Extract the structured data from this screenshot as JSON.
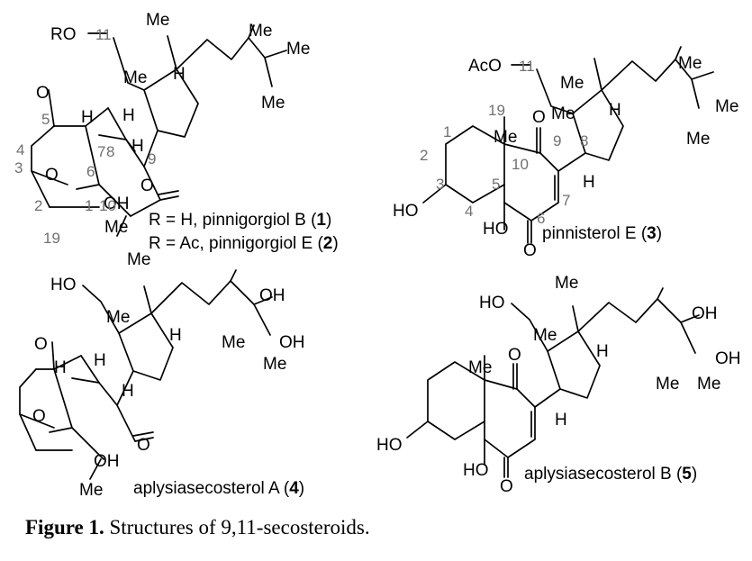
{
  "figure": {
    "caption_label": "Figure 1.",
    "caption_text": " Structures of 9,11-secosteroids."
  },
  "compounds": [
    {
      "id": "1-2",
      "line1": "R = H, pinnigorgiol B (",
      "line1_num": "1",
      "line1_end": ")",
      "line2": "R = Ac, pinnigorgiol E (",
      "line2_num": "2",
      "line2_end": ")"
    },
    {
      "id": "3",
      "name": "pinnisterol E (",
      "num": "3",
      "end": ")"
    },
    {
      "id": "4",
      "name": "aplysiasecosterol A (",
      "num": "4",
      "end": ")"
    },
    {
      "id": "5",
      "name": "aplysiasecosterol B (",
      "num": "5",
      "end": ")"
    }
  ],
  "labels": {
    "ro": "RO",
    "aco": "AcO",
    "ho": "HO",
    "oh": "OH",
    "me": "Me",
    "h": "H",
    "o": "O"
  },
  "locants": {
    "c11": "11",
    "c5": "5",
    "c4": "4",
    "c3": "3",
    "c2": "2",
    "c1": "1",
    "c7": "7",
    "c8": "8",
    "c9": "9",
    "c6": "6",
    "c10": "10",
    "c19": "19"
  }
}
